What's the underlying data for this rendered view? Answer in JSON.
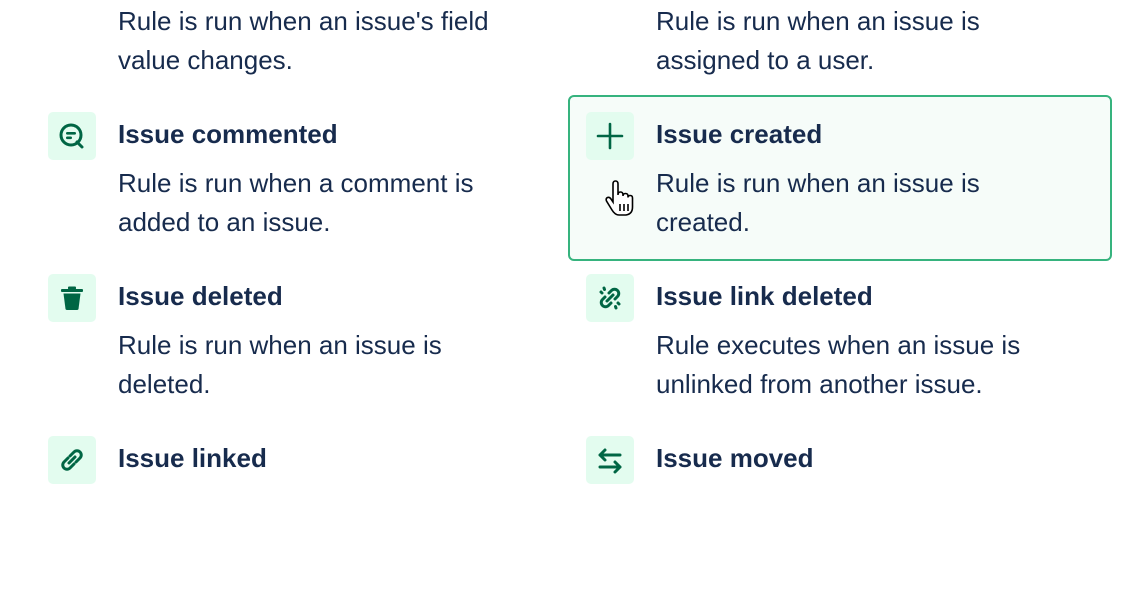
{
  "colors": {
    "icon": "#006644",
    "icon_bg": "#E3FCEF",
    "selected_border": "#36B37E",
    "text": "#172B4D"
  },
  "triggers": [
    {
      "title": "",
      "description": [
        "Rule is run when an issue's field",
        "value changes."
      ],
      "icon": "none"
    },
    {
      "title": "",
      "description": [
        "Rule is run when an issue is",
        "assigned to a user."
      ],
      "icon": "none"
    },
    {
      "title": "Issue commented",
      "description": [
        "Rule is run when a comment is",
        "added to an issue."
      ],
      "icon": "comment-icon"
    },
    {
      "title": "Issue created",
      "description": [
        "Rule is run when an issue is",
        "created."
      ],
      "icon": "plus-icon",
      "selected": true
    },
    {
      "title": "Issue deleted",
      "description": [
        "Rule is run when an issue is",
        "deleted."
      ],
      "icon": "trash-icon"
    },
    {
      "title": "Issue link deleted",
      "description": [
        "Rule executes when an issue is",
        "unlinked from another issue."
      ],
      "icon": "unlink-icon"
    },
    {
      "title": "Issue linked",
      "description": [],
      "icon": "link-icon"
    },
    {
      "title": "Issue moved",
      "description": [],
      "icon": "arrows-swap-icon"
    }
  ]
}
